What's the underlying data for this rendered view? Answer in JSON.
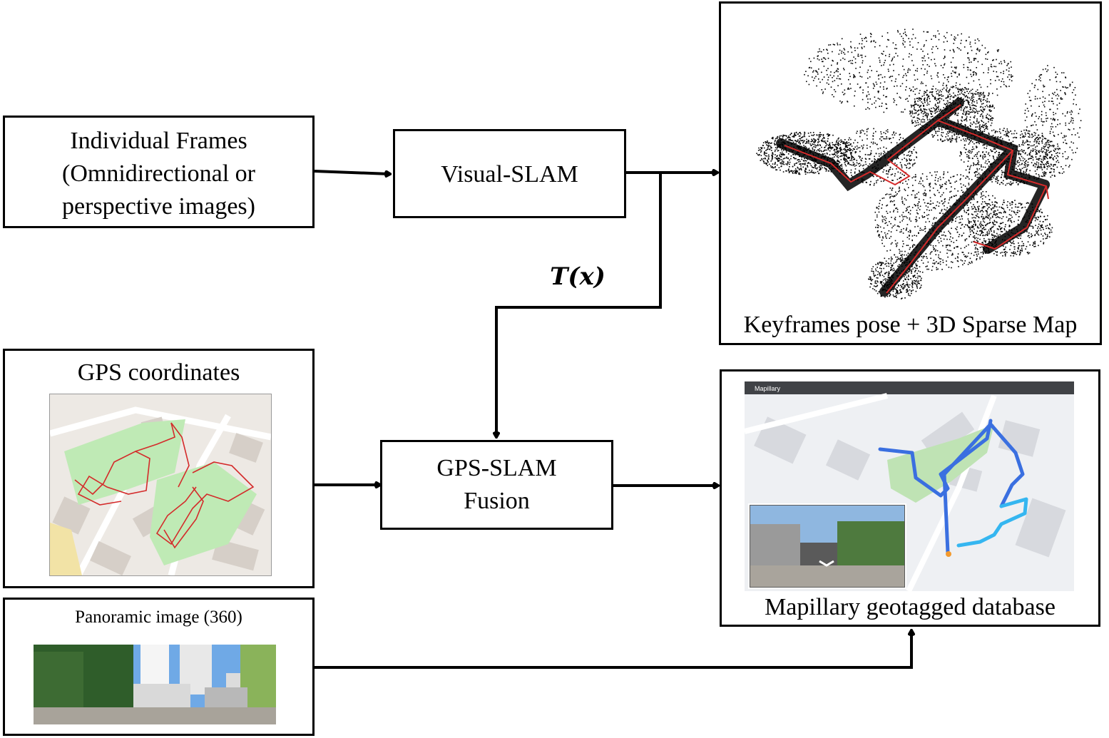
{
  "nodes": {
    "frames": {
      "label": "Individual Frames\n(Omnidirectional or\nperspective images)"
    },
    "vslam": {
      "label": "Visual-SLAM"
    },
    "sparse_map": {
      "caption": "Keyframes pose + 3D Sparse Map"
    },
    "gps": {
      "title": "GPS coordinates"
    },
    "fusion": {
      "label": "GPS-SLAM\nFusion"
    },
    "mapillary": {
      "caption": "Mapillary geotagged database",
      "app_name": "Mapillary"
    },
    "panoramic": {
      "title": "Panoramic  image  (360)"
    }
  },
  "edges": {
    "transform_label": "T(x)"
  },
  "colors": {
    "line": "#000000",
    "trajectory_red": "#d42a2a",
    "mapillary_blue": "#3a6fe0",
    "mapillary_cyan": "#35b6f0",
    "park_green": "#bfeab5",
    "map_bg": "#ede9e4",
    "building": "#d6cfc8"
  }
}
